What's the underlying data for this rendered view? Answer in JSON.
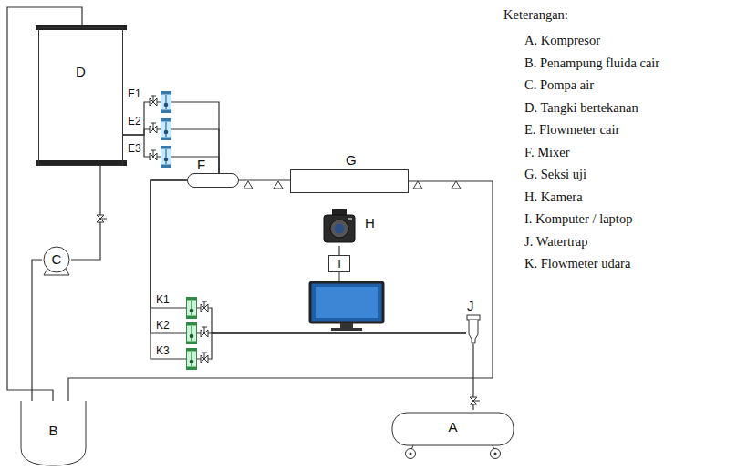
{
  "diagram": {
    "nodes": [
      {
        "text": [
          "D"
        ]
      },
      {
        "text": [
          "E1"
        ]
      },
      {
        "text": [
          "E2"
        ]
      },
      {
        "text": [
          "E3"
        ]
      },
      {
        "text": [
          "F"
        ]
      },
      {
        "text": [
          "G"
        ]
      },
      {
        "text": [
          "H"
        ]
      },
      {
        "text": [
          "I"
        ]
      },
      {
        "text": [
          "C"
        ]
      },
      {
        "text": [
          "K1"
        ]
      },
      {
        "text": [
          "K2"
        ]
      },
      {
        "text": [
          "K3"
        ]
      },
      {
        "text": [
          "J"
        ]
      },
      {
        "text": [
          "B"
        ]
      },
      {
        "text": [
          "A"
        ]
      }
    ],
    "edges": [
      {
        "from": 0,
        "to": 1,
        "arrow": "none"
      },
      {
        "from": 0,
        "to": 2,
        "arrow": "none"
      },
      {
        "from": 0,
        "to": 3,
        "arrow": "none"
      },
      {
        "from": 1,
        "to": 4,
        "arrow": "none"
      },
      {
        "from": 2,
        "to": 4,
        "arrow": "none"
      },
      {
        "from": 3,
        "to": 4,
        "arrow": "none"
      },
      {
        "from": 4,
        "to": 5,
        "arrow": "none"
      },
      {
        "from": 5,
        "to": 13,
        "arrow": "none"
      },
      {
        "from": 14,
        "to": 12,
        "arrow": "none"
      },
      {
        "from": 12,
        "to": 9,
        "arrow": "none"
      },
      {
        "from": 12,
        "to": 10,
        "arrow": "none"
      },
      {
        "from": 12,
        "to": 11,
        "arrow": "none"
      },
      {
        "from": 9,
        "to": 4,
        "arrow": "none"
      },
      {
        "from": 10,
        "to": 4,
        "arrow": "none"
      },
      {
        "from": 11,
        "to": 4,
        "arrow": "none"
      },
      {
        "from": 13,
        "to": 8,
        "arrow": "none"
      },
      {
        "from": 8,
        "to": 0,
        "arrow": "none"
      },
      {
        "from": 0,
        "to": 13,
        "arrow": "none"
      },
      {
        "from": 6,
        "to": 7,
        "arrow": "none"
      }
    ],
    "labels": [
      "Keterangan:",
      "A. Kompresor",
      "B. Penampung fluida cair",
      "C. Pompa air",
      "D. Tangki bertekanan",
      "E. Flowmeter cair",
      "F. Mixer",
      "G. Seksi uji",
      "H. Kamera",
      "I. Komputer / laptop",
      "J. Watertrap",
      "K. Flowmeter udara"
    ]
  }
}
